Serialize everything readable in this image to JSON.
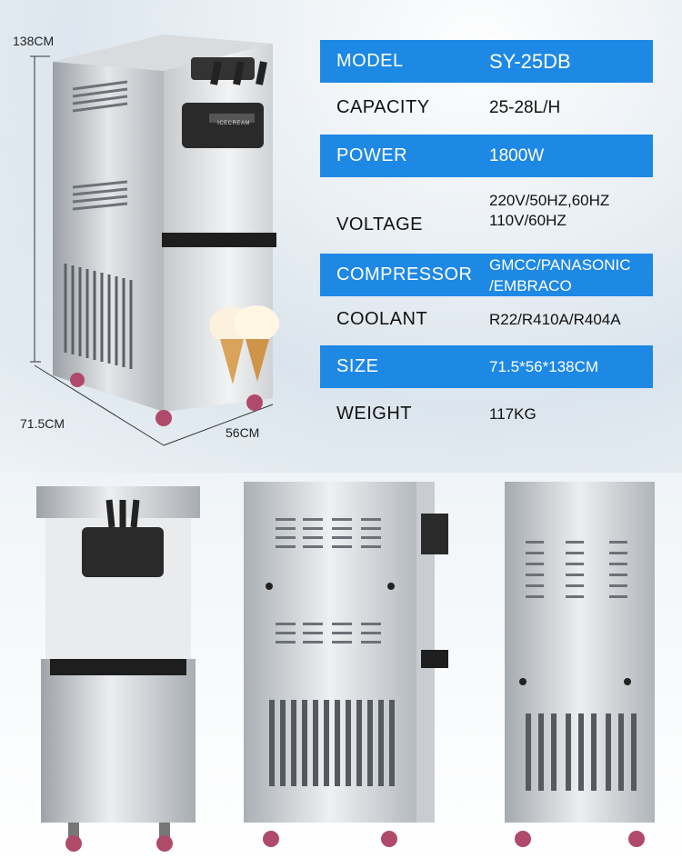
{
  "dimensions": {
    "height": "138CM",
    "depth": "71.5CM",
    "width": "56CM"
  },
  "specs": [
    {
      "label": "MODEL",
      "value": "SY-25DB",
      "highlight": true
    },
    {
      "label": "CAPACITY",
      "value": "25-28L/H",
      "highlight": false
    },
    {
      "label": "POWER",
      "value": "1800W",
      "highlight": true
    },
    {
      "label": "VOLTAGE",
      "value_line1": "220V/50HZ,60HZ",
      "value_line2": "110V/60HZ",
      "highlight": false
    },
    {
      "label": "COMPRESSOR",
      "value_line1": "GMCC/PANASONIC",
      "value_line2": "/EMBRACO",
      "highlight": true
    },
    {
      "label": "COOLANT",
      "value": "R22/R410A/R404A",
      "highlight": false
    },
    {
      "label": "SIZE",
      "value": "71.5*56*138CM",
      "highlight": true
    },
    {
      "label": "WEIGHT",
      "value": "117KG",
      "highlight": false
    }
  ],
  "machine_badge": "ICECREAM",
  "colors": {
    "accent": "#1e88e5"
  }
}
